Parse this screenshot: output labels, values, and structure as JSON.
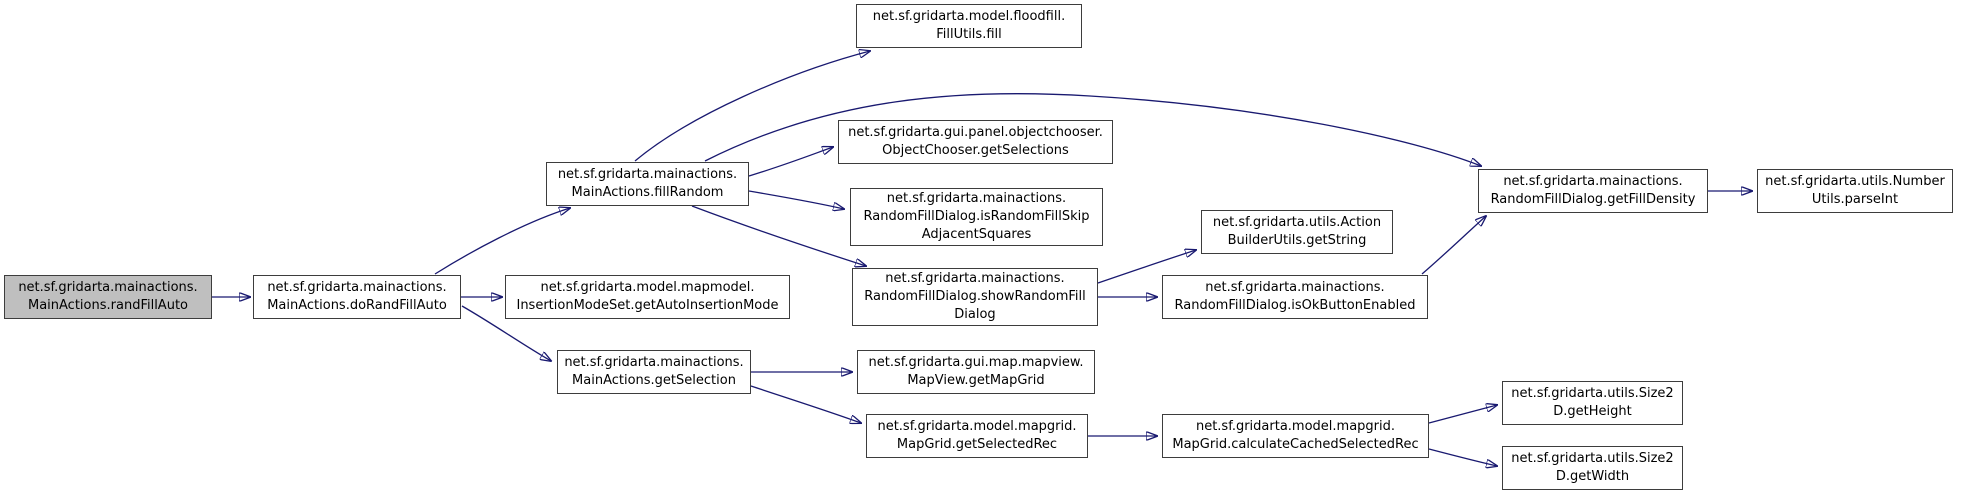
{
  "diagram": {
    "type": "call-graph",
    "tool_style": "doxygen",
    "background_color": "#ffffff",
    "edge_color": "#191970",
    "node_border_color": "#3d3d3d",
    "node_fill_color": "#ffffff",
    "root_node_fill_color": "#bfbfbf",
    "text_color": "#000000"
  },
  "nodes": [
    {
      "id": "randFillAuto",
      "root": true,
      "label": "net.sf.gridarta.mainactions.\nMainActions.randFillAuto"
    },
    {
      "id": "doRandFillAuto",
      "root": false,
      "label": "net.sf.gridarta.mainactions.\nMainActions.doRandFillAuto"
    },
    {
      "id": "getAutoInsertionMode",
      "root": false,
      "label": "net.sf.gridarta.model.mapmodel.\nInsertionModeSet.getAutoInsertionMode"
    },
    {
      "id": "fillRandom",
      "root": false,
      "label": "net.sf.gridarta.mainactions.\nMainActions.fillRandom"
    },
    {
      "id": "fillUtilsFill",
      "root": false,
      "label": "net.sf.gridarta.model.floodfill.\nFillUtils.fill"
    },
    {
      "id": "getSelections",
      "root": false,
      "label": "net.sf.gridarta.gui.panel.objectchooser.\nObjectChooser.getSelections"
    },
    {
      "id": "isRandomFillSkipAdjacentSquares",
      "root": false,
      "label": "net.sf.gridarta.mainactions.\nRandomFillDialog.isRandomFillSkip\nAdjacentSquares"
    },
    {
      "id": "showRandomFillDialog",
      "root": false,
      "label": "net.sf.gridarta.mainactions.\nRandomFillDialog.showRandomFill\nDialog"
    },
    {
      "id": "getString",
      "root": false,
      "label": "net.sf.gridarta.utils.Action\nBuilderUtils.getString"
    },
    {
      "id": "isOkButtonEnabled",
      "root": false,
      "label": "net.sf.gridarta.mainactions.\nRandomFillDialog.isOkButtonEnabled"
    },
    {
      "id": "getFillDensity",
      "root": false,
      "label": "net.sf.gridarta.mainactions.\nRandomFillDialog.getFillDensity"
    },
    {
      "id": "parseInt",
      "root": false,
      "label": "net.sf.gridarta.utils.Number\nUtils.parseInt"
    },
    {
      "id": "getSelection",
      "root": false,
      "label": "net.sf.gridarta.mainactions.\nMainActions.getSelection"
    },
    {
      "id": "getMapGrid",
      "root": false,
      "label": "net.sf.gridarta.gui.map.mapview.\nMapView.getMapGrid"
    },
    {
      "id": "getSelectedRec",
      "root": false,
      "label": "net.sf.gridarta.model.mapgrid.\nMapGrid.getSelectedRec"
    },
    {
      "id": "calculateCachedSelectedRec",
      "root": false,
      "label": "net.sf.gridarta.model.mapgrid.\nMapGrid.calculateCachedSelectedRec"
    },
    {
      "id": "getHeight",
      "root": false,
      "label": "net.sf.gridarta.utils.Size2\nD.getHeight"
    },
    {
      "id": "getWidth",
      "root": false,
      "label": "net.sf.gridarta.utils.Size2\nD.getWidth"
    }
  ],
  "edges": [
    {
      "from": "randFillAuto",
      "to": "doRandFillAuto"
    },
    {
      "from": "doRandFillAuto",
      "to": "getAutoInsertionMode"
    },
    {
      "from": "doRandFillAuto",
      "to": "fillRandom"
    },
    {
      "from": "doRandFillAuto",
      "to": "getSelection"
    },
    {
      "from": "fillRandom",
      "to": "fillUtilsFill"
    },
    {
      "from": "fillRandom",
      "to": "getSelections"
    },
    {
      "from": "fillRandom",
      "to": "isRandomFillSkipAdjacentSquares"
    },
    {
      "from": "fillRandom",
      "to": "showRandomFillDialog"
    },
    {
      "from": "fillRandom",
      "to": "getFillDensity"
    },
    {
      "from": "showRandomFillDialog",
      "to": "getString"
    },
    {
      "from": "showRandomFillDialog",
      "to": "isOkButtonEnabled"
    },
    {
      "from": "isOkButtonEnabled",
      "to": "getFillDensity"
    },
    {
      "from": "getFillDensity",
      "to": "parseInt"
    },
    {
      "from": "getSelection",
      "to": "getMapGrid"
    },
    {
      "from": "getSelection",
      "to": "getSelectedRec"
    },
    {
      "from": "getSelectedRec",
      "to": "calculateCachedSelectedRec"
    },
    {
      "from": "calculateCachedSelectedRec",
      "to": "getHeight"
    },
    {
      "from": "calculateCachedSelectedRec",
      "to": "getWidth"
    }
  ]
}
